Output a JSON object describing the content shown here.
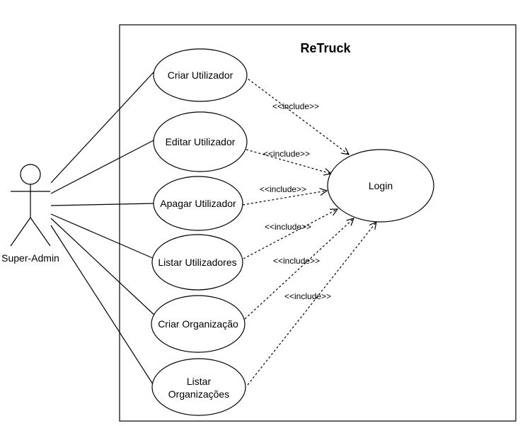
{
  "system": {
    "title": "ReTruck"
  },
  "actor": {
    "label": "Super-Admin"
  },
  "use_cases": {
    "criar_utilizador": "Criar Utilizador",
    "editar_utilizador": "Editar Utilizador",
    "apagar_utilizador": "Apagar Utilizador",
    "listar_utilizadores": "Listar Utilizadores",
    "criar_organizacao": "Criar Organização",
    "listar_organizacoes_line1": "Listar",
    "listar_organizacoes_line2": "Organizações",
    "login": "Login"
  },
  "relations": {
    "include": "<<include>>"
  },
  "colors": {
    "stroke": "#000000",
    "background": "#ffffff"
  }
}
